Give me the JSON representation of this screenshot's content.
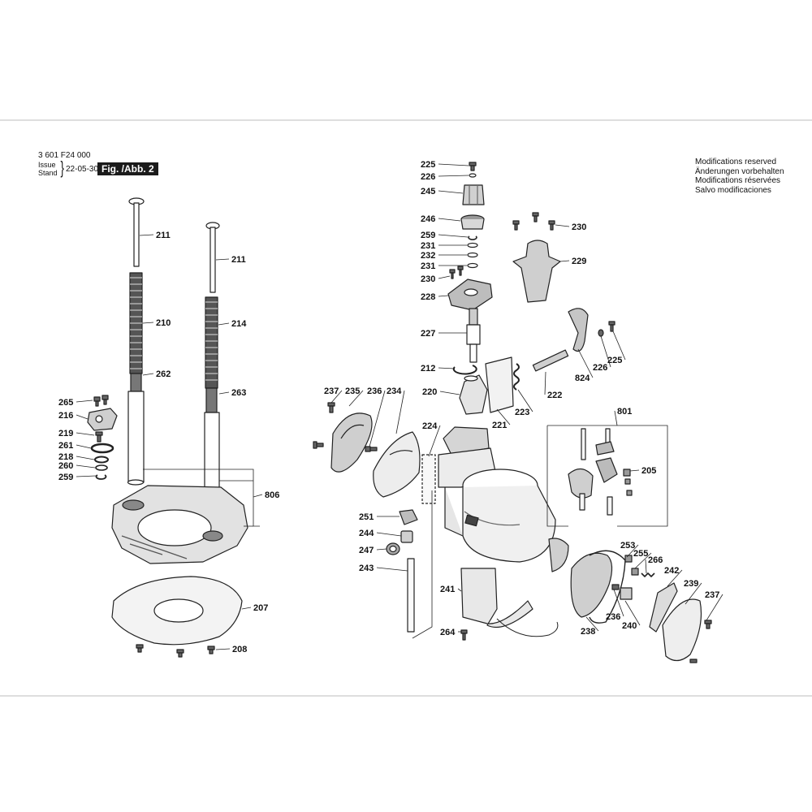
{
  "header": {
    "part_number": "3 601 F24 000",
    "issue_label": "Issue",
    "stand_label": "Stand",
    "brace": "}",
    "issue_date": "22-05-30",
    "figure_label": "Fig. /Abb. 2"
  },
  "notes": [
    "Modifications reserved",
    "Änderungen vorbehalten",
    "Modifications réservées",
    "Salvo modificaciones"
  ],
  "callouts": [
    "211",
    "211",
    "210",
    "214",
    "262",
    "263",
    "265",
    "216",
    "219",
    "261",
    "218",
    "260",
    "259",
    "806",
    "207",
    "208",
    "225",
    "226",
    "245",
    "246",
    "259",
    "231",
    "232",
    "231",
    "230",
    "228",
    "227",
    "230",
    "229",
    "212",
    "220",
    "224",
    "221",
    "223",
    "222",
    "824",
    "226",
    "225",
    "237",
    "235",
    "236",
    "234",
    "801",
    "205",
    "251",
    "244",
    "247",
    "243",
    "241",
    "264",
    "238",
    "253",
    "255",
    "266",
    "242",
    "239",
    "237",
    "236",
    "240"
  ]
}
